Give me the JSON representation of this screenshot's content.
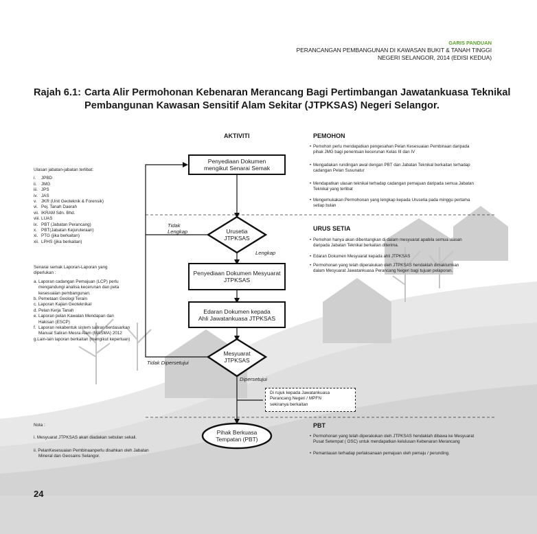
{
  "header": {
    "tag": "GARIS PANDUAN",
    "line1": "PERANCANGAN PEMBANGUNAN DI KAWASAN BUKIT & TANAH TINGGI",
    "line2": "NEGERI SELANGOR, 2014 (EDISI KEDUA)"
  },
  "title": {
    "label": "Rajah 6.1:",
    "line1": "Carta Alir Permohonan Kebenaran Merancang Bagi Pertimbangan Jawatankuasa Teknikal",
    "line2": "Pembangunan Kawasan Sensitif Alam Sekitar (JTPKSAS) Negeri Selangor."
  },
  "columns": {
    "aktiviti": "AKTIVITI",
    "pemohon": "PEMOHON",
    "urus_setia": "URUS SETIA",
    "pbt": "PBT"
  },
  "left_panel": {
    "agencies_title": "Ulasan jabatan-jabatan terlibat:",
    "agencies": [
      {
        "n": "i.",
        "t": "JPBD"
      },
      {
        "n": "ii.",
        "t": "JMG"
      },
      {
        "n": "iii.",
        "t": "JPS"
      },
      {
        "n": "iv.",
        "t": "JAS"
      },
      {
        "n": "v.",
        "t": "JKR (Unit Geoteknik & Forensik)"
      },
      {
        "n": "vi.",
        "t": "Pej. Tanah Daerah"
      },
      {
        "n": "vii.",
        "t": "IKRAM Sdn. Bhd."
      },
      {
        "n": "viii.",
        "t": "LUAS"
      },
      {
        "n": "ix.",
        "t": "PBT (Jabatan Perancang)"
      },
      {
        "n": "x.",
        "t": "PBT(Jabatan Kejuruteraan)"
      },
      {
        "n": "xi.",
        "t": "PTG (jika berkaitan)"
      },
      {
        "n": "xii.",
        "t": "LPHS (jika berkaitan)"
      }
    ],
    "checklist_title_1": "Senarai semak Laporan-Laporan yang",
    "checklist_title_2": "diperlukan :",
    "checklist": [
      "a. Laporan cadangan Pemajuan (LCP) perlu",
      "    mengandungi analisa kecerunan dan peta",
      "    kesesuaian pembangunan.",
      "b. Pemetaan Geologi Terain",
      "c. Laporan Kajian Geoteknikal",
      "d. Pelan Kerja Tanah",
      "e. Laporan pelan Kawalan Mendapan dan",
      "    Hakisan (ESCP)",
      "f.  Laporan rekabentuk sistem saliran berdasarkan",
      "    Manual Saliran Mesra Alam (MASMA) 2012",
      "g.Lain-lain laporan berkaitan (mengikut keperluan)"
    ],
    "nota_title": "Nota :",
    "nota_1": "i.  Mesyuarat JTPKSAS akan diadakan sebulan sekali.",
    "nota_2a": "ii. PelanKesesuaian Pembinaanperlu disahkan oleh Jabatan",
    "nota_2b": "    Mineral dan Geosains Selangor."
  },
  "pemohon_notes": [
    [
      "Pemohon perlu mendapatkan pengesahan Pelan Kesesuaian Pembinaan daripada",
      "pihak JMG bagi penentuan kecerunan  Kelas III dan IV"
    ],
    [
      "Mengadakan rundingan awal dengan PBT dan Jabatan Teknikal berkaitan terhadap",
      "cadangan Pelan Susunatur"
    ],
    [
      "Mendapatkan ulasan teknikal terhadap cadangan pemajuan daripada semua Jabatan",
      "Teknikal yang terlibat"
    ],
    [
      "Mengemukakan Permohonan yang lengkap kepada Urusetia pada minggu pertama",
      "setiap bulan"
    ]
  ],
  "urus_setia_notes": [
    [
      "Pemohon hanya akan dibentangkan di dalam mesyuarat apabila semua ulasan",
      "daripada Jabatan Teknikal berkaitan diterima."
    ],
    [
      "Edaran Dokumen Mesyuarat kepada ahli JTPKSAS",
      ""
    ],
    [
      "Permohonan yang telah diperakukan oleh JTPKSAS hendaklah dimaklumkan",
      "dalam Mesyuarat Jawatankuasa Perancang Negeri bagi tujuan pelaporan."
    ]
  ],
  "pbt_notes": [
    [
      "Permohonan yang telah diperakukan oleh JTPKSAS hendaklah dibawa ke Mesyuarat",
      "Pusat Setempat ( OSC) untuk mendapatkan kelulusan Kebenaran Merancang"
    ],
    [
      "Pemantauan terhadap perlaksanaan pemajuan oleh pemaju / perunding.",
      ""
    ]
  ],
  "flow": {
    "n1a": "Penyediaan Dokumen",
    "n1b": "mengikut Senarai Semak",
    "d1a": "Urusetia",
    "d1b": "JTPKSAS",
    "n2a": "Penyediaan Dokumen Mesyuarat",
    "n2b": "JTPKSAS",
    "n3a": "Edaran Dokumen kepada",
    "n3b": "Ahli Jawatankuasa JTPKSAS",
    "d2a": "Mesyuarat",
    "d2b": "JTPKSAS",
    "end_a": "Pihak Berkuasa",
    "end_b": "Tempatan (PBT)",
    "tidak_lengkap_a": "Tidak",
    "tidak_lengkap_b": "Lengkap",
    "lengkap": "Lengkap",
    "tidak_dipersetujui": "Tidak Dipersetujui",
    "dipersetujui": "Dipersetujui",
    "ref_a": "Di rujuk kepada Jawatankuasa",
    "ref_b": "Perancang Negeri / MPFN",
    "ref_c": "sekiranya berkaitan"
  },
  "page_number": "24"
}
